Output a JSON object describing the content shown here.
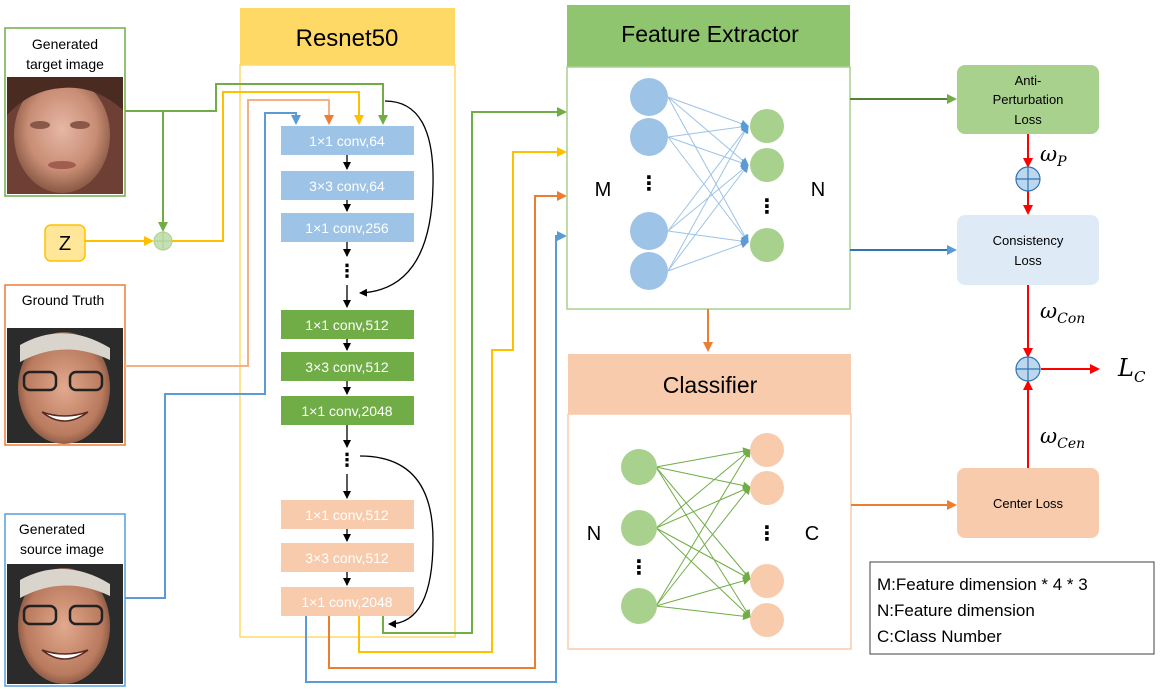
{
  "inputs": {
    "target_label_1": "Generated",
    "target_label_2": "target image",
    "noise_label": "Z",
    "ground_truth_label": "Ground Truth",
    "source_label_1": "Generated",
    "source_label_2": "source image"
  },
  "resnet": {
    "title": "Resnet50",
    "stage1": [
      "1×1 conv,64",
      "3×3 conv,64",
      "1×1 conv,256"
    ],
    "stage2": [
      "1×1 conv,512",
      "3×3 conv,512",
      "1×1 conv,2048"
    ],
    "stage3": [
      "1×1 conv,512",
      "3×3 conv,512",
      "1×1 conv,2048"
    ],
    "ellipsis": "⋮"
  },
  "feature_extractor": {
    "title": "Feature Extractor",
    "input_label": "M",
    "output_label": "N"
  },
  "classifier": {
    "title": "Classifier",
    "input_label": "N",
    "output_label": "C"
  },
  "losses": {
    "anti_perturbation_1": "Anti-",
    "anti_perturbation_2": "Perturbation",
    "anti_perturbation_3": "Loss",
    "consistency_1": "Consistency",
    "consistency_2": "Loss",
    "center": "Center Loss"
  },
  "weights": {
    "p_base": "ω",
    "p_sub": "P",
    "con_base": "ω",
    "con_sub": "Con",
    "cen_base": "ω",
    "cen_sub": "Cen",
    "lc_base": "L",
    "lc_sub": "C"
  },
  "legend": {
    "m": "M:Feature dimension * 4 * 3",
    "n": "N:Feature dimension",
    "c": "C:Class Number"
  },
  "colors": {
    "green": "#70ad47",
    "yellow": "#ffc000",
    "orange": "#ed7d31",
    "blue": "#5b9bd5",
    "red": "#ff0000"
  }
}
